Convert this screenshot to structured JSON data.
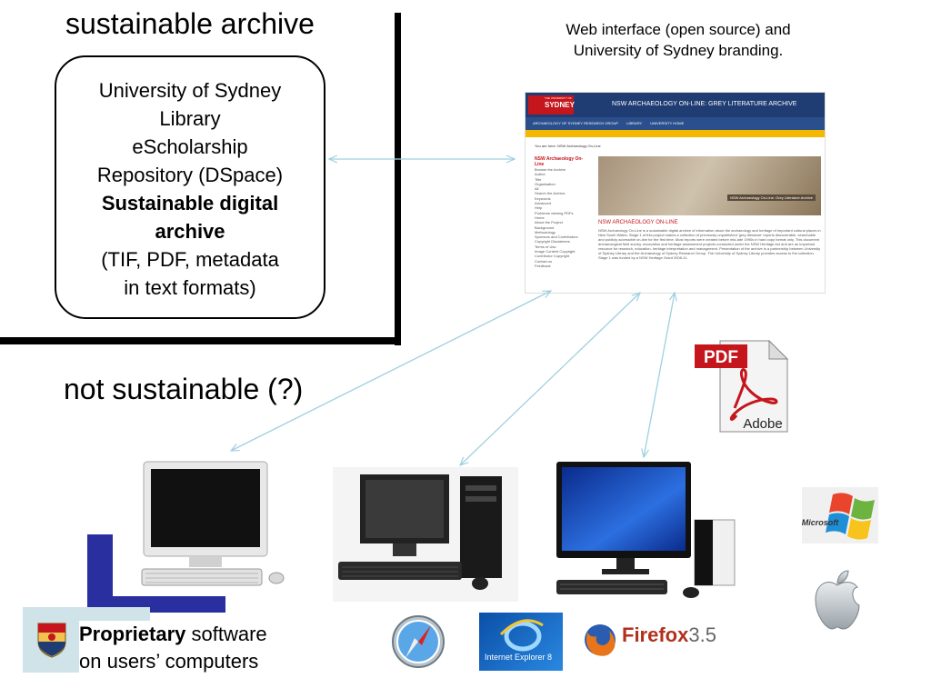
{
  "titles": {
    "sustainable": "sustainable archive",
    "not_sustainable": "not sustainable (?)"
  },
  "archive_box": {
    "line1": "University of Sydney",
    "line2": "Library",
    "line3": "eScholarship",
    "line4": "Repository (DSpace)",
    "bold1": "Sustainable digital",
    "bold2": "archive",
    "line5": "(TIF, PDF, metadata",
    "line6": "in text formats)"
  },
  "web_caption": {
    "line1": "Web interface (open source) and",
    "line2": "University of Sydney branding."
  },
  "website": {
    "logo_line1": "THE UNIVERSITY OF",
    "logo_line2": "SYDNEY",
    "title": "NSW ARCHAEOLOGY ON-LINE: GREY LITERATURE ARCHIVE",
    "nav": [
      "ARCHAEOLOGY OF SYDNEY RESEARCH GROUP",
      "LIBRARY",
      "UNIVERSITY HOME"
    ],
    "breadcrumb": "You are here: NSW Archaeology On-Line",
    "side_title": "NSW Archaeology On-Line",
    "side_items": [
      "Browse the Archive",
      "Author",
      "Title",
      "Organisation",
      "All",
      "Search the Archive",
      "Keywords",
      "Advanced",
      "Help",
      "Problems viewing PDFs",
      "Home",
      "About the Project",
      "Background",
      "Methodology",
      "Sponsors and Contributors",
      "Copyright Disclaimers",
      "Terms of Use",
      "Image Content Copyright",
      "Contributor Copyright",
      "Contact us",
      "Feedback"
    ],
    "banner_caption": "NSW Archaeology On-Line: Grey Literature Archive",
    "heading": "NSW ARCHAEOLOGY ON-LINE",
    "body": "NSW Archaeology On-Line is a sustainable digital archive of information about the archaeology and heritage of important cultural places in New South Wales. Stage 1 of this project makes a collection of previously unpublished 'grey-literature' reports discoverable, searchable and publicly accessible on-line for the first time. Most reports were created before mid-late 1990s in hard copy format only. This document archaeological field survey, excavation and heritage assessment projects conducted under the NSW Heritage Act and are an important resource for research, education, heritage interpretation and management. Presentation of the archive is a partnership between University of Sydney Library and the Archaeology of Sydney Research Group. The University of Sydney Library provides access to the collection. Stage 1 was funded by a NSW Heritage Grant 2008-11."
  },
  "pdf_icon": {
    "label": "PDF",
    "brand": "Adobe"
  },
  "logos": {
    "microsoft": "Microsoft",
    "internet_explorer": "Internet Explorer 8",
    "firefox": "Firefox",
    "firefox_version": "3.5"
  },
  "proprietary": {
    "bold": "Proprietary",
    "rest1": " software",
    "line2": "on users’ computers"
  },
  "colors": {
    "arrow": "#9fd0e0",
    "usyd_red": "#c4161c",
    "usyd_blue": "#1f3c73",
    "deco_blue": "#2a2f9f"
  }
}
